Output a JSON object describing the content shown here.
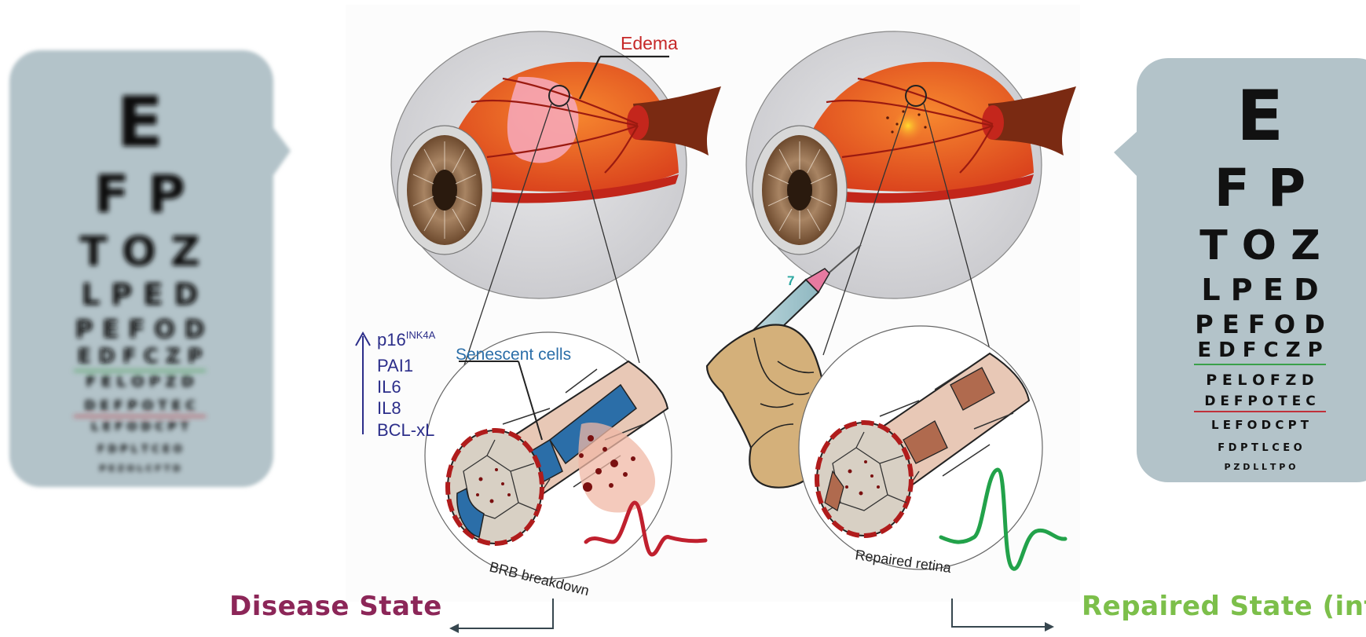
{
  "charts": {
    "left": {
      "rows": [
        {
          "text": "E"
        },
        {
          "text": "F P"
        },
        {
          "text": "T O Z"
        },
        {
          "text": "L P E D"
        },
        {
          "text": "P E F O D"
        },
        {
          "text": "E D F C Z P"
        },
        {
          "text": "F E L O P Z D"
        },
        {
          "text": "D E F P O T E C"
        },
        {
          "text": "L E F O D C P T"
        },
        {
          "text": "F D P L T C E O"
        },
        {
          "text": "P E Z O L C F T D"
        }
      ],
      "blurred": true
    },
    "right": {
      "rows": [
        {
          "text": "E"
        },
        {
          "text": "F P"
        },
        {
          "text": "T O Z"
        },
        {
          "text": "L P E D"
        },
        {
          "text": "P E F O D"
        },
        {
          "text": "E D F C Z P"
        },
        {
          "text": "P E L O F Z D"
        },
        {
          "text": "D E F P O T E C"
        },
        {
          "text": "L E F O D C P T"
        },
        {
          "text": "F D P T L C E O"
        },
        {
          "text": "P Z D L L T P O"
        }
      ],
      "blurred": false
    }
  },
  "labels": {
    "edema": "Edema",
    "senescent_cells": "Senescent cells",
    "markers": {
      "p16": "p16",
      "p16_super": "INK4A",
      "pai1": "PAI1",
      "il6": "IL6",
      "il8": "IL8",
      "bclxl": "BCL-xL"
    },
    "brb_breakdown": "BRB breakdown",
    "repaired_retina": "Repaired retina",
    "syringe_mark": "7"
  },
  "titles": {
    "disease": "Disease State",
    "repaired": "Repaired State (inten"
  },
  "colors": {
    "chart_bg": "#b3c3c9",
    "retina_orange": "#ef6a28",
    "edema_pink": "#f6a6b6",
    "optic_nerve": "#7a2a12",
    "senescent_blue": "#2b6ea8",
    "marker_text": "#2c2e8a",
    "disease_signal": "#c0202e",
    "repaired_signal": "#22a24a",
    "disease_title": "#8c2658",
    "repaired_title": "#7cbf4a",
    "arrow_line": "#37474f"
  }
}
